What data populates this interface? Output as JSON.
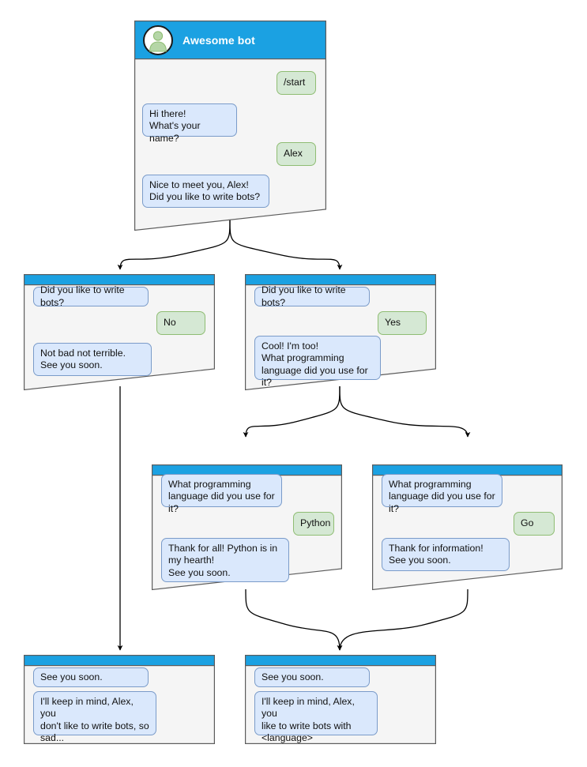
{
  "diagram": {
    "title": "Awesome bot conversation flow",
    "colors": {
      "header_blue": "#1ba1e2",
      "card_fill": "#f5f5f5",
      "card_border": "#666666",
      "bot_bubble_fill": "#dae8fc",
      "bot_bubble_border": "#7a9bc9",
      "user_bubble_fill": "#d5e8d4",
      "user_bubble_border": "#8fbd73",
      "avatar_person": "#b5d6a7",
      "edge": "#000000",
      "page_background": "#ffffff"
    }
  },
  "cards": {
    "root": {
      "name": "awesome-bot-root",
      "header_title": "Awesome bot",
      "avatar_icon": "person-avatar-icon",
      "messages": [
        {
          "from": "user",
          "text": "/start"
        },
        {
          "from": "bot",
          "text": "Hi there!\nWhat's your name?"
        },
        {
          "from": "user",
          "text": "Alex"
        },
        {
          "from": "bot",
          "text": "Nice to meet you, Alex!\nDid you like to write bots?"
        }
      ]
    },
    "no_branch": {
      "name": "branch-no",
      "messages": [
        {
          "from": "bot",
          "text": "Did you like to write bots?"
        },
        {
          "from": "user",
          "text": "No"
        },
        {
          "from": "bot",
          "text": "Not bad not terrible.\nSee you soon."
        }
      ]
    },
    "yes_branch": {
      "name": "branch-yes",
      "messages": [
        {
          "from": "bot",
          "text": "Did you like to write bots?"
        },
        {
          "from": "user",
          "text": "Yes"
        },
        {
          "from": "bot",
          "text": "Cool! I'm too!\nWhat programming\nlanguage did you use for it?"
        }
      ]
    },
    "python_branch": {
      "name": "branch-python",
      "messages": [
        {
          "from": "bot",
          "text": "What programming\nlanguage did you use for it?"
        },
        {
          "from": "user",
          "text": "Python"
        },
        {
          "from": "bot",
          "text": "Thank for all! Python is in\nmy hearth!\nSee you soon."
        }
      ]
    },
    "go_branch": {
      "name": "branch-go",
      "messages": [
        {
          "from": "bot",
          "text": "What programming\nlanguage did you use for it?"
        },
        {
          "from": "user",
          "text": "Go"
        },
        {
          "from": "bot",
          "text": "Thank for information!\nSee you soon."
        }
      ]
    },
    "end_no": {
      "name": "end-no",
      "messages": [
        {
          "from": "bot",
          "text": "See you soon."
        },
        {
          "from": "bot",
          "text": "I'll keep in mind, Alex, you\ndon't like to write bots, so\nsad..."
        }
      ]
    },
    "end_yes": {
      "name": "end-yes",
      "messages": [
        {
          "from": "bot",
          "text": "See you soon."
        },
        {
          "from": "bot",
          "text": "I'll keep in mind, Alex, you\nlike to write bots with\n<language>"
        }
      ]
    }
  }
}
